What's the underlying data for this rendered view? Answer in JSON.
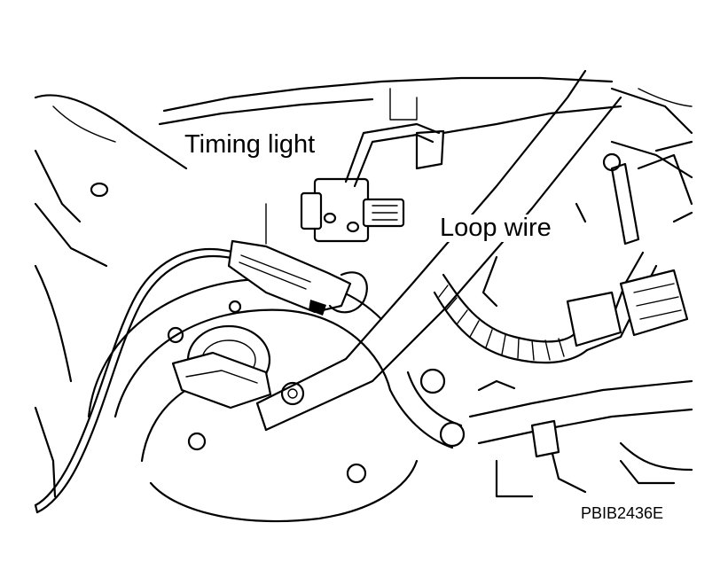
{
  "labels": {
    "timing_light": "Timing light",
    "loop_wire": "Loop wire"
  },
  "figure_id": "PBIB2436E",
  "colors": {
    "line": "#000000",
    "background": "#ffffff"
  }
}
